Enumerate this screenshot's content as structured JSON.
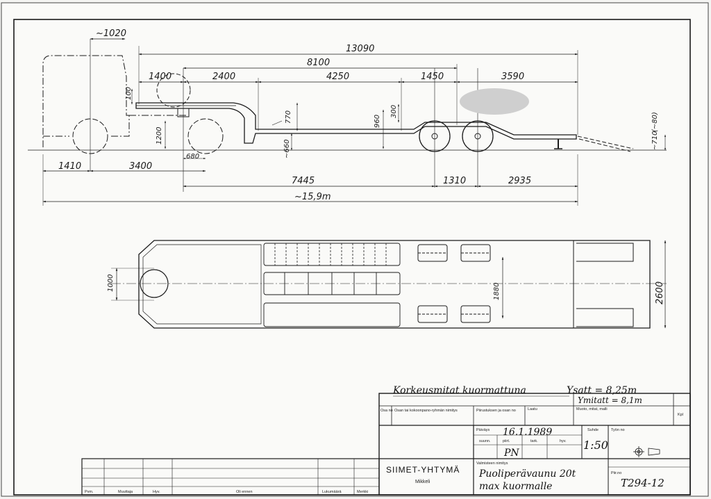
{
  "side_view": {
    "dims_top": {
      "d1020": "~1020",
      "d13090": "13090",
      "d8100": "8100",
      "d1400": "1400",
      "d2400": "2400",
      "d4250": "4250",
      "d1450": "1450",
      "d3590": "3590"
    },
    "dims_vertical": {
      "d100": "100",
      "d770": "770",
      "d960": "960",
      "d300": "300",
      "d1200": "1200",
      "d660": "~660",
      "d80": "(~80)",
      "d710": "~710"
    },
    "dims_bottom": {
      "d680": "680",
      "d1410": "1410",
      "d3400": "3400",
      "d7445": "7445",
      "d1310": "1310",
      "d2935": "2935",
      "total": "~15,9m"
    }
  },
  "plan_view": {
    "d1000": "1000",
    "d1880": "1880",
    "d2600": "2600"
  },
  "notes": {
    "heights": "Korkeusmitat kuormattuna",
    "ysatt": "Ysatt = 8,25m",
    "ymitatt": "Ymitatt = 8,1m"
  },
  "title_block": {
    "osa_no": "Osa no",
    "osan_nimitys": "Osan tai kokoonpano-ryhmän nimitys",
    "piirustuksen_no": "Piirustuksen ja osan no",
    "laatu": "Laatu",
    "mitat": "Muoto, mitat, malli",
    "kpl": "Kpl",
    "paivays_label": "Päiväys",
    "paivays": "16.1.1989",
    "suunn": "suunn.",
    "piirt": "piirt.",
    "tark": "tark.",
    "hyv": "hyv.",
    "initials": "PN",
    "suhde_label": "Suhde",
    "suhde": "1:50",
    "tyon_no": "Työn no",
    "company": "SIIMET-YHTYMÄ",
    "city": "Mikkeli",
    "valmisteen": "Valmisteen nimitys",
    "product_line1": "Puoliperävaunu 20t",
    "product_line2": "max kuormalle",
    "piir_no_label": "Piir.no",
    "drawing_no": "T294-12"
  },
  "revision_block": {
    "pvm": "Pvm.",
    "muuttaja": "Muuttaja",
    "hyv": "Hyv.",
    "oli_ennen": "Oli ennen",
    "lukumaara": "Lukumäärä",
    "merkki": "Merkki"
  }
}
